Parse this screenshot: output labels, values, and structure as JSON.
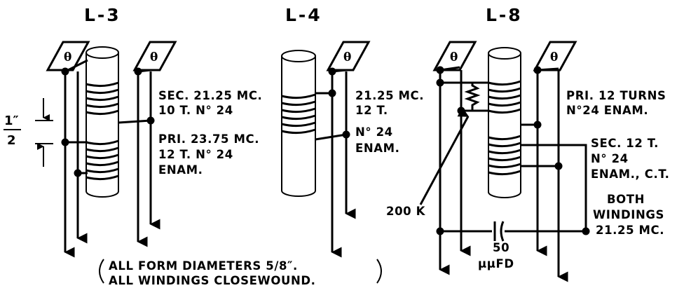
{
  "coils": {
    "l3": {
      "title": "L-3",
      "theta": "θ",
      "sec": [
        "SEC. 21.25 MC.",
        "10 T. N° 24"
      ],
      "pri": [
        "PRI. 23.75 MC.",
        "12 T. N° 24",
        "ENAM."
      ],
      "spacing": {
        "num": "1″",
        "den": "2"
      }
    },
    "l4": {
      "title": "L-4",
      "theta": "θ",
      "winding": [
        "21.25 MC.",
        "12 T.",
        "N° 24",
        "ENAM."
      ]
    },
    "l8": {
      "title": "L-8",
      "theta": "θ",
      "pri": [
        "PRI. 12 TURNS",
        "N°24 ENAM."
      ],
      "sec": [
        "SEC. 12 T.",
        "N° 24",
        "ENAM., C.T."
      ],
      "both": [
        "BOTH",
        "WINDINGS",
        "21.25 MC."
      ],
      "resistor": "200 K",
      "capacitor": [
        "50",
        "μμFD"
      ]
    }
  },
  "notes": {
    "line1": "ALL FORM DIAMETERS 5/8″.",
    "line2": "ALL WINDINGS CLOSEWOUND."
  }
}
